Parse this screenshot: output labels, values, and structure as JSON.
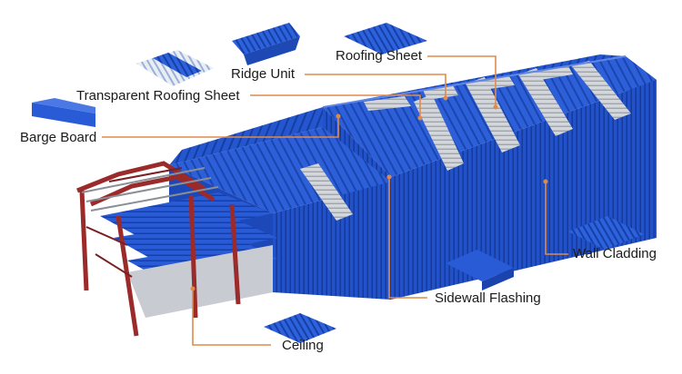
{
  "labels": {
    "roofing_sheet": "Roofing Sheet",
    "ridge_unit": "Ridge Unit",
    "transparent_roofing_sheet": "Transparent Roofing Sheet",
    "barge_board": "Barge Board",
    "wall_cladding": "Wall Cladding",
    "sidewall_flashing": "Sidewall Flashing",
    "ceiling": "Ceiling"
  },
  "colors": {
    "steel_blue": "#1f4fc8",
    "steel_blue_dark": "#153a9c",
    "steel_blue_light": "#3a6fe0",
    "skylight": "#c9ccd0",
    "frame_red": "#9b2a2a",
    "leader_line": "#e08a4a"
  }
}
